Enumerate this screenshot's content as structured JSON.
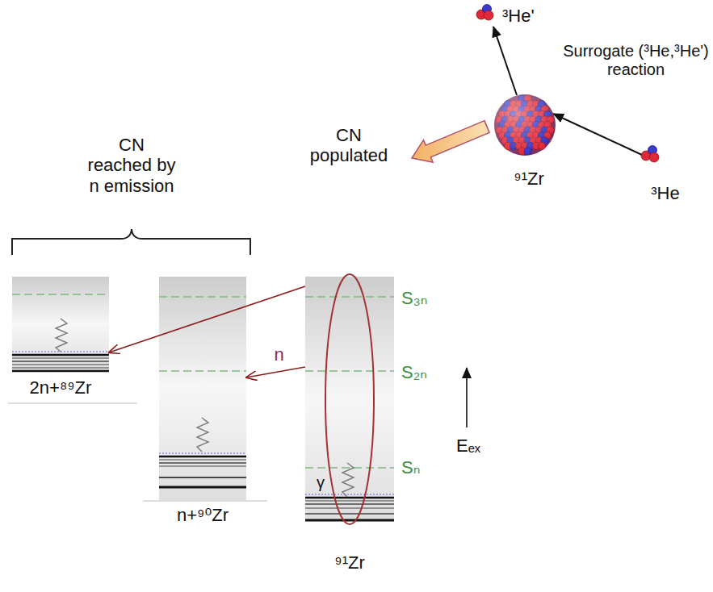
{
  "diagram": {
    "nodes": [
      {
        "text": [
          "2n+⁸⁹Zr"
        ]
      },
      {
        "text": [
          "n+⁹⁰Zr"
        ]
      },
      {
        "text": [
          "⁹¹Zr"
        ]
      }
    ],
    "edges": [
      {
        "from": 2,
        "to": 0,
        "arrow": "to"
      },
      {
        "from": 2,
        "to": 1,
        "arrow": "to",
        "label": "n"
      }
    ],
    "labels": [
      "³He'",
      "Surrogate (³He,³He') reaction",
      "³He",
      "⁹¹Zr",
      "CN populated",
      "CN reached by n emission",
      "S₃ₙ",
      "S₂ₙ",
      "Sₙ",
      "γ",
      "Eₑₓ"
    ]
  }
}
